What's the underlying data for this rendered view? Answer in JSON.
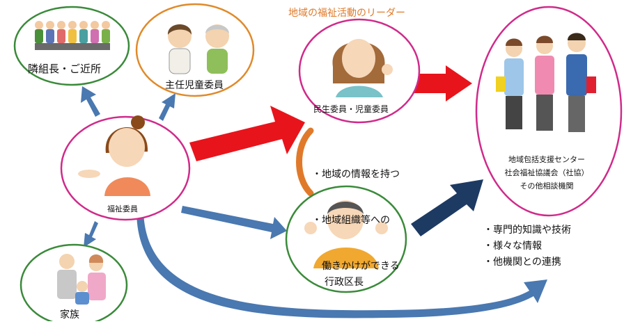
{
  "header_title": "地域の福祉活動のリーダー",
  "nodes": {
    "neighborhood": {
      "label": "隣組長・ご近所",
      "color": "#3a8a3a"
    },
    "chief_child_commissioner": {
      "label": "主任児童委員",
      "color": "#e08a2a"
    },
    "welfare_commissioner": {
      "label": "民生委員・児童委員",
      "color": "#d02a8a"
    },
    "welfare_member": {
      "label": "福祉委員",
      "color": "#d02a8a"
    },
    "administrative_head": {
      "label": "行政区長",
      "color": "#3a8a3a"
    },
    "family": {
      "label": "家族",
      "color": "#3a8a3a"
    },
    "support_center": {
      "lines": [
        "地域包括支援センター",
        "社会福祉協議会（社協）",
        "その他相談機関"
      ],
      "color": "#d02a8a"
    }
  },
  "commissioner_points": [
    "・地域の情報を持つ",
    "・地域組織等への",
    "　働きかけができる"
  ],
  "center_points": [
    "・専門的知識や技術",
    "・様々な情報",
    "・他機関との連携"
  ],
  "colors": {
    "red_arrow": "#e8141c",
    "dark_arrow": "#1d3a62",
    "blue_arrow": "#4a78b0",
    "bracket": "#e07a2a",
    "header_text": "#e07a2a"
  }
}
